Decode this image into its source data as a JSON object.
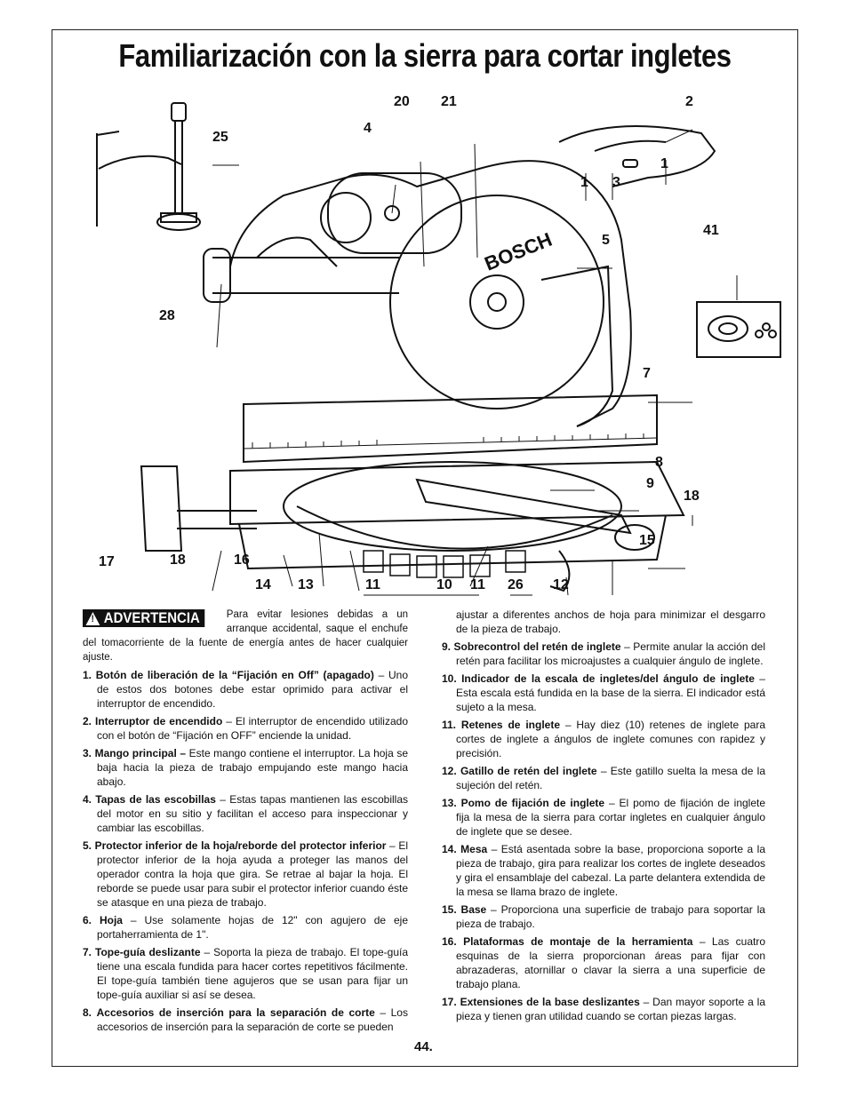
{
  "page": {
    "title": "Familiarización con la sierra para cortar ingletes",
    "page_number": "44."
  },
  "figure": {
    "brand_mark": "BOSCH",
    "callouts": [
      "1",
      "1",
      "2",
      "3",
      "4",
      "5",
      "7",
      "8",
      "9",
      "10",
      "11",
      "11",
      "12",
      "13",
      "14",
      "15",
      "16",
      "17",
      "18",
      "18",
      "20",
      "21",
      "25",
      "26",
      "28",
      "41"
    ]
  },
  "warning": {
    "label": "ADVERTENCIA",
    "text": "Para evitar lesiones debidas a un arranque accidental, saque el enchufe del tomacorriente de la fuente de energía antes de hacer cualquier ajuste."
  },
  "items_left": [
    {
      "num": "1.",
      "term": "Botón de liberación de la “Fijación en Off” (apagado)",
      "text": " – Uno de estos dos botones debe estar oprimido para activar el interruptor de encendido."
    },
    {
      "num": "2.",
      "term": "Interruptor de encendido",
      "text": " – El interruptor de encendido utilizado con el botón de “Fijación en OFF” enciende la unidad."
    },
    {
      "num": "3.",
      "term": "Mango principal –",
      "text": " Este mango contiene el interruptor. La hoja se baja hacia la pieza de trabajo empujando este mango hacia abajo."
    },
    {
      "num": "4.",
      "term": "Tapas de las escobillas",
      "text": " – Estas tapas mantienen las escobillas del motor en su sitio y facilitan el acceso para inspeccionar y cambiar las escobillas."
    },
    {
      "num": "5.",
      "term": "Protector inferior de la hoja/reborde del protector inferior",
      "text": " – El protector inferior de la hoja ayuda a proteger las manos del operador contra la hoja que gira. Se retrae al bajar la hoja. El reborde se puede usar para subir el protector inferior cuando éste se atasque en una pieza de trabajo."
    },
    {
      "num": "6.",
      "term": "Hoja",
      "text": " – Use solamente hojas de 12\" con agujero de eje portaherramienta de 1\"."
    },
    {
      "num": "7.",
      "term": "Tope-guía deslizante",
      "text": " – Soporta la pieza de trabajo. El tope-guía tiene una escala fundida para hacer cortes repetitivos fácilmente. El tope-guía también tiene agujeros que se usan para fijar un tope-guía auxiliar si así se desea."
    },
    {
      "num": "8.",
      "term": "Accesorios de inserción para la separación de corte",
      "text": " – Los accesorios de inserción para la separación de corte se pueden"
    }
  ],
  "items_right": [
    {
      "num": "",
      "term": "",
      "text": "ajustar a diferentes anchos de hoja para minimizar el desgarro de la pieza de trabajo."
    },
    {
      "num": "9.",
      "term": "Sobrecontrol del retén de inglete",
      "text": " – Permite anular la acción del retén para facilitar los microajustes a cualquier ángulo de inglete."
    },
    {
      "num": "10.",
      "term": "Indicador de la escala de ingletes/del ángulo de inglete",
      "text": " – Esta escala está fundida en la base de la sierra. El indicador está sujeto a la mesa."
    },
    {
      "num": "11.",
      "term": "Retenes de inglete",
      "text": " – Hay diez (10) retenes de inglete para cortes de inglete a ángulos de inglete comunes con rapidez y precisión."
    },
    {
      "num": "12.",
      "term": "Gatillo de retén del inglete",
      "text": " – Este gatillo suelta la mesa de la sujeción del retén."
    },
    {
      "num": "13.",
      "term": "Pomo de fijación de inglete",
      "text": " – El pomo de fijación de inglete fija la mesa de la sierra para cortar ingletes en cualquier ángulo de inglete que se desee."
    },
    {
      "num": "14.",
      "term": "Mesa",
      "text": " – Está asentada sobre la base, proporciona soporte a la pieza de trabajo, gira para realizar los cortes de inglete deseados y gira el ensamblaje del cabezal. La parte delantera extendida de la mesa se llama brazo de inglete."
    },
    {
      "num": "15.",
      "term": "Base",
      "text": " – Proporciona una superficie de trabajo para soportar la pieza de trabajo."
    },
    {
      "num": "16.",
      "term": "Plataformas de montaje de la herramienta",
      "text": " – Las cuatro esquinas de la sierra proporcionan áreas para fijar con abrazaderas, atornillar o clavar la sierra a una superficie de trabajo plana."
    },
    {
      "num": "17.",
      "term": "Extensiones de la base deslizantes",
      "text": " – Dan mayor soporte a la pieza y tienen gran utilidad cuando se cortan piezas largas."
    }
  ]
}
